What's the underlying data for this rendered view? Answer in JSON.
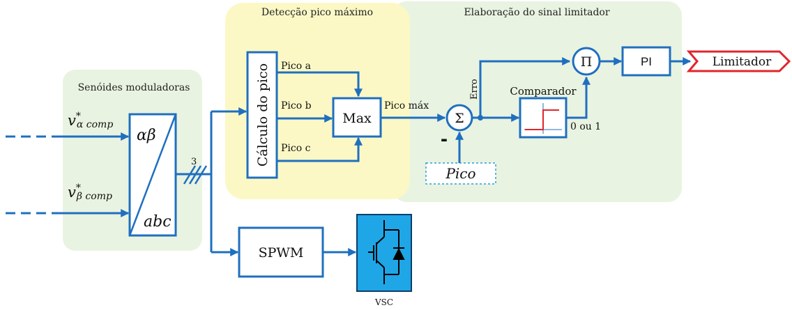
{
  "groups": {
    "senoides": "Senóides moduladoras",
    "deteccao": "Detecção pico máximo",
    "elaboracao": "Elaboração do sinal limitador"
  },
  "inputs": {
    "v_alpha": "v",
    "v_alpha_sup": "*",
    "v_alpha_sub": "α comp",
    "v_beta": "v",
    "v_beta_sup": "*",
    "v_beta_sub": "β comp"
  },
  "transform": {
    "top": "αβ",
    "bottom": "abc",
    "bus_count": "3"
  },
  "calc_block": "Cálculo do pico",
  "signals": {
    "pico_a": "Pico a",
    "pico_b": "Pico b",
    "pico_c": "Pico c",
    "pico_max": "Pico máx",
    "erro": "Erro",
    "zero_um": "0 ou 1",
    "minus": "-"
  },
  "blocks": {
    "max": "Max",
    "sum": "Σ",
    "product": "Π",
    "pi": "PI",
    "comparador": "Comparador",
    "pico_ref": "Pico",
    "spwm": "SPWM",
    "vsc": "VSC"
  },
  "output": "Limitador",
  "colors": {
    "wire": "#1f6fbf",
    "green_group": "#e9f3e1",
    "yellow_group": "#fbf8c5",
    "vsc_fill": "#1fa6e6",
    "limitador_border": "#e0262b",
    "step_red": "#e0262b"
  }
}
